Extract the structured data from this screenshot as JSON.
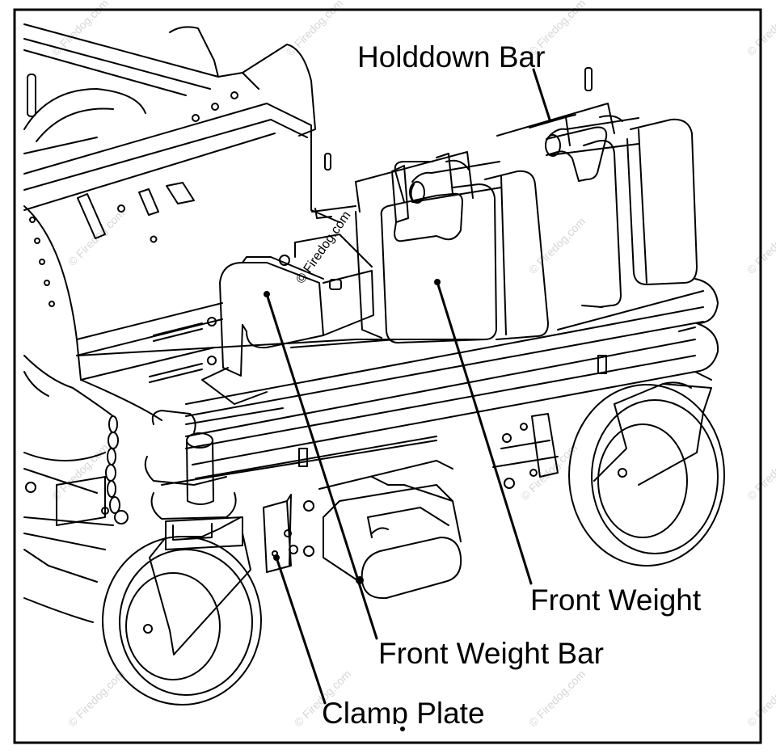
{
  "labels": {
    "holddown_bar": "Holddown Bar",
    "front_weight": "Front Weight",
    "front_weight_bar": "Front Weight Bar",
    "clamp_plate": "Clamp Plate"
  },
  "watermark": "© Firedog.com",
  "colors": {
    "line": "#000000",
    "background": "#ffffff",
    "watermark": "#d6d6d6"
  }
}
